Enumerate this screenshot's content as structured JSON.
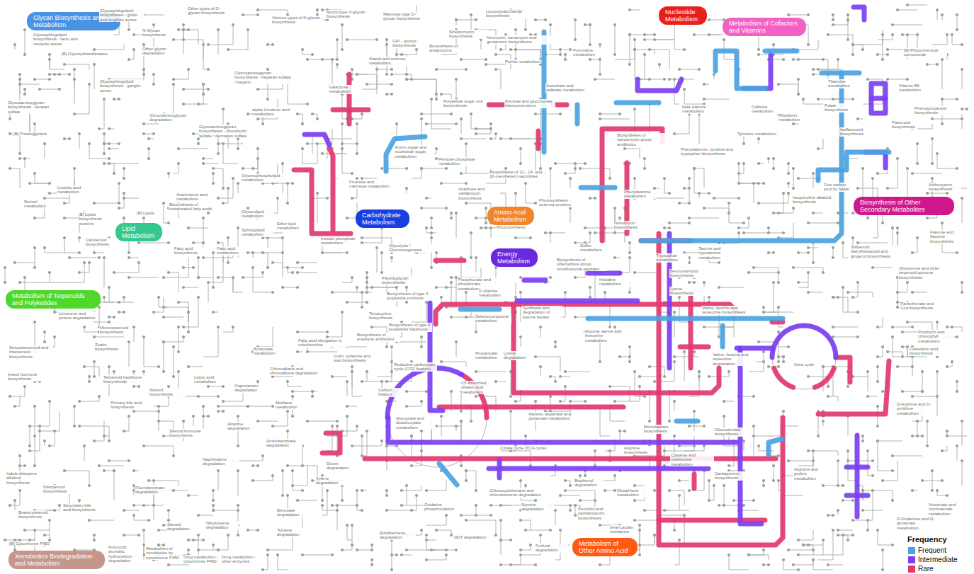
{
  "diagram": {
    "nodes": [
      {
        "text": [
          "Nucleotide Metabolism"
        ]
      },
      {
        "text": [
          "Glycan Biosynthesis and Metabolism"
        ]
      },
      {
        "text": [
          "Metabolism of Cofactors and Vitamins"
        ]
      },
      {
        "text": [
          "Biosynthesis of Other Secondary Metabolites"
        ]
      },
      {
        "text": [
          "Amino Acid Metabolism"
        ]
      },
      {
        "text": [
          "Carbohydrate Metabolism"
        ]
      },
      {
        "text": [
          "Lipid Metabolism"
        ]
      },
      {
        "text": [
          "Energy Metabolism"
        ]
      },
      {
        "text": [
          "Metabolism of Terpenoids and Polyketides"
        ]
      },
      {
        "text": [
          "Metabolism of Other Amino Acid"
        ]
      },
      {
        "text": [
          "Xenobiotics Biodegradation and Metabolism"
        ]
      }
    ],
    "labels": [
      "Glycosphingolipid biosynthesis - globo and isoglobo series",
      "Other types of O-glycan biosynthesis",
      "Various types of N-glycan biosynthesis",
      "Mucin type O-glycan biosynthesis",
      "Mannose type O-glycan biosynthesis",
      "Lipopolysaccharide biosynthesis",
      "Glycosphingolipid biosynthesis - lacto and neolacto series",
      "N-Glycan biosynthesis",
      "GPI - anchor biosynthesis",
      "Streptomycin biosynthesis",
      "Neomycin, kanamycin and gentamicin biosynthesis",
      "Biosynthesis of ansamycins",
      "Other glycan degradation",
      "[B] Glycosyltransferases",
      "Starch and sucrose metabolism",
      "Purine metabolism",
      "Pyrimidine metabolism",
      "Glycosaminoglycan biosynthesis - heparan sulfate / heparin",
      "Glycosphingolipid biosynthesis - ganglio series",
      "Galactose metabolism",
      "Ascorbate and aldarate metabolism",
      "Thiamine metabolism",
      "Vitamin B6 metabolism",
      "[B] Phytochemical compounds",
      "Glycosaminoglycan biosynthesis - keratan sulfate",
      "Polyketide sugar unit biosynthesis",
      "Pentose and glucuronate interconversions",
      "beta-Alanine metabolism",
      "Caffeine metabolism",
      "Riboflavin metabolism",
      "Folate biosynthesis",
      "Phenylpropanoid biosynthesis",
      "Flavonoid biosynthesis",
      "alpha-Linolenic acid metabolism",
      "Glycosaminoglycan degradation",
      "Glycosaminoglycan biosynthesis - chondroitin sulfate / dermatan sulfate",
      "Isoflavonoid biosynthesis",
      "[B] Proteoglycans",
      "Tyrosine metabolism",
      "Biosynthesis of vancomycin group antibiotics",
      "Amino sugar and nucleotide sugar metabolism",
      "Phenylalanine, tyrosine and tryptophan biosynthesis",
      "Pentose phosphate metabolism",
      "Biosynthesis of 12-, 14- and 16-membered macrolides",
      "Glycerophospholipid metabolism",
      "Fructose and mannose metabolism",
      "One carbon pool by folate",
      "Linoleic acid metabolism",
      "Phenylalanine metabolism",
      "Acarbose and validamycin biosynthesis",
      "Anthocyanin biosynthesis",
      "Arachidonic acid metabolism",
      "Isoquinoline alkaloid biosynthesis",
      "Photosynthesis - antenna proteins",
      "Retinol metabolism",
      "Biosynthesis of unsaturated fatty acids",
      "[B] Lipids",
      "Glycerolipid metabolism",
      "[B] Lipids biosynthesis proteins",
      "Novobiocin biosynthesis",
      "Ether lipid metabolism",
      "Photosynthesis",
      "Sphingolipid metabolism",
      "Flavone and flavonol biosynthesis",
      "Inositol phosphate metabolism",
      "Carotenoid biosynthesis",
      "Stilbenoid, diarylheptanoid and gingerol biosynthesis",
      "Glycolysis / Gluconeogenesis",
      "Taurine and hypotaurine metabolism",
      "Fatty acid biosynthesis",
      "Fatty acid metabolism",
      "Sulfur metabolism",
      "Tryptophan metabolism",
      "Biosynthesis of siderophore group nonribosomal peptides",
      "Ubiquinone and other terpenoid-quinone biosynthesis",
      "Benzoxazinoid biosynthesis",
      "Peptidoglycan biosynthesis",
      "Histidine metabolism",
      "Phosphonate and phosphinate metabolism",
      "Lysine biosynthesis",
      "D-Alanine metabolism",
      "Biosynthesis of type II polyketide products",
      "Synthesis and degradation of ketone bodies",
      "Pantothenate and CoA biosynthesis",
      "Valine, leucine and isoleucine biosynthesis",
      "Limonene and pinene degradation",
      "Tetracycline biosynthesis",
      "Selenocompound metabolism",
      "Biosynthesis of type II polyketide backbone",
      "Monoterpenoid biosynthesis",
      "Glycine, serine and threonine metabolism",
      "Biosynthesis of enediyne antibiotics",
      "Porphyrin and chlorophyll metabolism",
      "Fatty acid elongation in mitochondria",
      "Zeatin biosynthesis",
      "Butanoate metabolism",
      "Clavulanic acid biosynthesis",
      "Sesquiterpenoid and triterpenoid biosynthesis",
      "Propanoate metabolism",
      "Lysine degradation",
      "Cutin, suberine and wax biosynthesis",
      "Valine, leucine and isoleucine degradation",
      "Urea cycle",
      "Reductive carboxylate cycle (CO2 fixation)",
      "Chloroalkane and chloroalkene degradation",
      "Insect hormone biosynthesis",
      "Terpenoid backbone biosynthesis",
      "Lipoic acid metabolism",
      "Caprolactam degradation",
      "C5-Branched dibasic acid metabolism",
      "Carbon fixation",
      "Steroid biosynthesis",
      "Methane metabolism",
      "Primary bile acid biosynthesis",
      "D-Arginine and D-ornithine metabolism",
      "Alanine, aspartate and glutamate metabolism",
      "Glyoxylate and dicarboxylate metabolism",
      "Atrazine degradation",
      "Monobactam biosynthesis",
      "Glucosinolate biosynthesis",
      "Steroid hormone biosynthesis",
      "Aminobenzoate degradation",
      "Citrate cycle (TCA cycle)",
      "Arginine biosynthesis",
      "Cysteine and methionine metabolism",
      "Naphthalene degradation",
      "Dioxin degradation",
      "Arginine and proline metabolism",
      "Carbapenem biosynthesis",
      "Indole diterpene alkaloid biosynthesis",
      "Xylene degradation",
      "Bisphenol degradation",
      "Diterpenoid biosynthesis",
      "Fluorobenzoate degradation",
      "Chlorocyclohexane and chlorobenzene degradation",
      "Glutathione metabolism",
      "Oxidative phosphorylation",
      "Styrene degradation",
      "Nicotinate and nicotinamide metabolism",
      "Secondary bile acid biosynthesis",
      "Penicillin and cephalosporin biosynthesis",
      "Benzoate degradation",
      "Brassinosteroid biosynthesis",
      "Nitrotoluene degradation",
      "Steroid degradation",
      "D-Glutamine and D-glutamate metabolism",
      "beta-Lactam resistance",
      "Toluene degradation",
      "Ethylbenzene degradation",
      "DDT degradation",
      "Furfural degradation",
      "[B] Cytochrome P450",
      "Polycyclic aromatic hydrocarbon degradation",
      "Metabolism of xenobiotics by cytochrome P450",
      "Drug metabolism - cytochrome P450",
      "Drug metabolism - other enzymes",
      "Frequency"
    ],
    "legend": [
      {
        "text": "Frequent",
        "color": "#4ba3e0"
      },
      {
        "text": "Intermediate",
        "color": "#7b3ff2"
      },
      {
        "text": "Rare",
        "color": "#e2386e"
      }
    ]
  }
}
